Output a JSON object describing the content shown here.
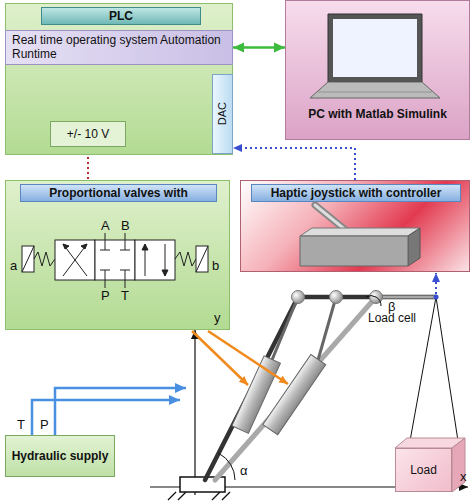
{
  "diagram": {
    "nodes": [
      {
        "text": [
          "PLC"
        ]
      },
      {
        "text": [
          "Real time operating system Automation Runtime"
        ],
        "in": 0
      },
      {
        "text": [
          "+/- 10 V"
        ],
        "in": 0
      },
      {
        "text": [
          "DAC"
        ],
        "in": 0
      },
      {
        "text": [
          "PC with Matlab Simulink"
        ]
      },
      {
        "text": [
          "Haptic joystick with controller"
        ]
      },
      {
        "text": [
          "Proportional valves with"
        ]
      },
      {
        "text": [
          "Hydraulic supply"
        ]
      },
      {
        "text": [
          "Load"
        ]
      }
    ],
    "edges": [
      {
        "from": 1,
        "to": 4,
        "arrow": "both"
      },
      {
        "from": 5,
        "to": 3,
        "arrow": "to"
      },
      {
        "from": 2,
        "to": 6,
        "arrow": "none"
      }
    ],
    "labels": [
      "A",
      "B",
      "P",
      "T",
      "a",
      "b",
      "y",
      "T",
      "P",
      "Load cell",
      "α",
      "β",
      "x"
    ]
  }
}
